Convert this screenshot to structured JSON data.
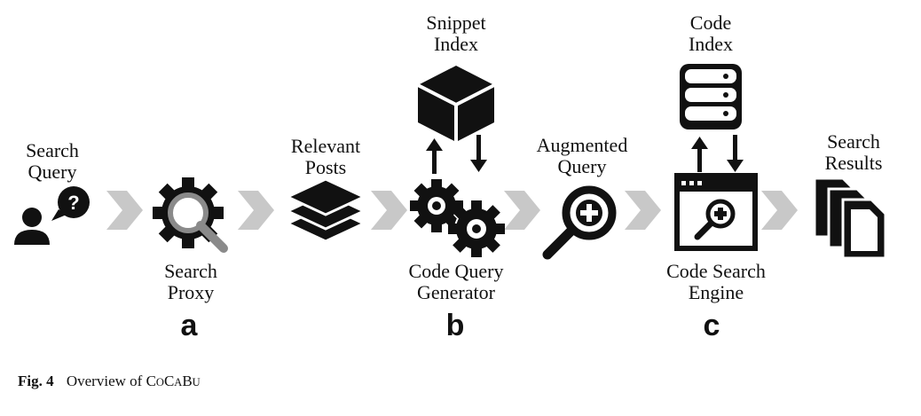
{
  "labels": {
    "search_query": [
      "Search",
      "Query"
    ],
    "search_proxy": [
      "Search",
      "Proxy"
    ],
    "relevant_posts": [
      "Relevant",
      "Posts"
    ],
    "snippet_index": [
      "Snippet",
      "Index"
    ],
    "code_query_generator": [
      "Code Query",
      "Generator"
    ],
    "augmented_query": [
      "Augmented",
      "Query"
    ],
    "code_index": [
      "Code",
      "Index"
    ],
    "code_search_engine": [
      "Code Search",
      "Engine"
    ],
    "search_results": [
      "Search",
      "Results"
    ]
  },
  "stage_letters": {
    "a": "a",
    "b": "b",
    "c": "c"
  },
  "caption": {
    "fig": "Fig. 4",
    "text": "Overview of",
    "tool_name": "COCABU",
    "tool_parts": [
      [
        "C",
        "big"
      ],
      [
        "O",
        "small"
      ],
      [
        "C",
        "big"
      ],
      [
        "A",
        "small"
      ],
      [
        "B",
        "big"
      ],
      [
        "U",
        "small"
      ]
    ]
  },
  "icons": [
    "user-question-icon",
    "gear-magnifier-icon",
    "layers-icon",
    "cube-icon",
    "gears-icon",
    "magnifier-plus-icon",
    "database-icon",
    "browser-search-icon",
    "documents-icon"
  ],
  "colors": {
    "icon": "#111111",
    "arrow": "#c8c8c8",
    "text": "#111111"
  }
}
